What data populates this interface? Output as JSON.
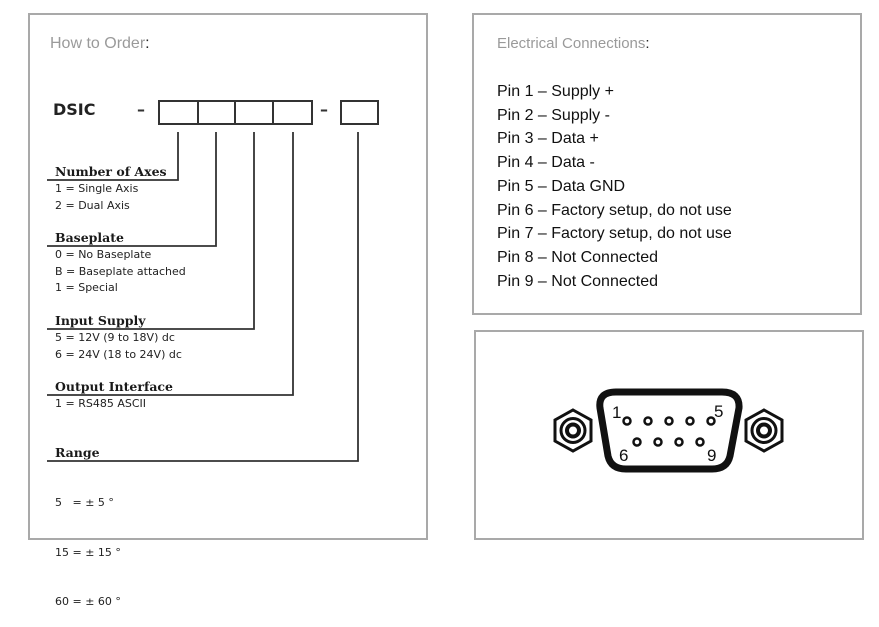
{
  "order": {
    "title": "How to Order",
    "title_colon": ":",
    "model_code": "DSIC",
    "separator": "–",
    "sections": [
      {
        "heading": "Number of Axes",
        "options": [
          "1 = Single Axis",
          "2 = Dual Axis"
        ]
      },
      {
        "heading": "Baseplate",
        "options": [
          "0 = No Baseplate",
          "B = Baseplate attached",
          "1 = Special"
        ]
      },
      {
        "heading": "Input Supply",
        "options": [
          "5 = 12V (9 to 18V) dc",
          "6 = 24V (18 to 24V) dc"
        ]
      },
      {
        "heading": "Output Interface",
        "options": [
          "1 = RS485 ASCII"
        ]
      },
      {
        "heading": "Range",
        "options": [
          "5   = ± 5 °",
          "15 = ± 15 °",
          "60 = ± 60 °"
        ]
      }
    ]
  },
  "electrical": {
    "title": "Electrical Connections",
    "title_colon": ":",
    "pins": [
      "Pin 1 – Supply +",
      "Pin 2 – Supply -",
      "Pin 3 – Data +",
      "Pin 4 – Data -",
      "Pin 5 – Data GND",
      "Pin 6 – Factory setup, do not use",
      "Pin 7 – Factory setup, do not use",
      "Pin 8 – Not Connected",
      "Pin 9 – Not Connected"
    ]
  },
  "connector": {
    "type": "DB9 connector",
    "labels": {
      "pin_1": "1",
      "pin_5": "5",
      "pin_6": "6",
      "pin_9": "9"
    }
  }
}
